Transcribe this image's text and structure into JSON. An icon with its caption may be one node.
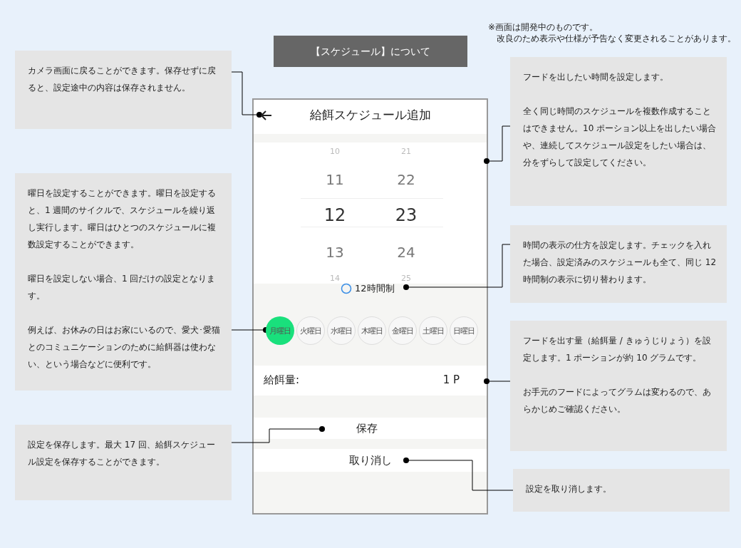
{
  "diagram": {
    "title": "【スケジュール】について",
    "nodes": [
      {
        "text": [
          "カメラ画面に戻ることができます。保存せずに戻ると、設定途中の内容は保存されません。"
        ]
      },
      {
        "text": [
          "フードを出したい時間を設定します。",
          "全く同じ時間のスケジュールを複数作成することはできません。10 ポーション以上を出したい場合や、連続してスケジュール設定をしたい場合は、分をずらして設定してください。"
        ]
      },
      {
        "text": [
          "給餌スケジュール追加"
        ]
      },
      {
        "text": [],
        "shape": "arrow",
        "in": 2
      },
      {
        "text": [
          "10",
          "21",
          "11",
          "22",
          "12",
          "23",
          "13",
          "24",
          "14",
          "25"
        ],
        "in": 2
      },
      {
        "text": [
          "12時間制"
        ],
        "in": 2
      },
      {
        "text": [
          "月曜日"
        ],
        "in": 2
      },
      {
        "text": [
          "火曜日"
        ],
        "in": 2
      },
      {
        "text": [
          "水曜日"
        ],
        "in": 2
      },
      {
        "text": [
          "木曜日"
        ],
        "in": 2
      },
      {
        "text": [
          "金曜日"
        ],
        "in": 2
      },
      {
        "text": [
          "土曜日"
        ],
        "in": 2
      },
      {
        "text": [
          "日曜日"
        ],
        "in": 2
      },
      {
        "text": [
          "給餌量:",
          "1 P"
        ],
        "in": 2
      },
      {
        "text": [
          "保存"
        ],
        "in": 2
      },
      {
        "text": [
          "取り消し"
        ],
        "in": 2
      },
      {
        "text": [
          "曜日を設定することができます。曜日を設定すると、1 週間のサイクルで、スケジュールを繰り返し実行します。曜日はひとつのスケジュールに複数設定することができます。",
          "曜日を設定しない場合、1 回だけの設定となります。",
          "例えば、お休みの日はお家にいるので、愛犬･愛猫とのコミュニケーションのために給餌器は使わない、という場合などに便利です。"
        ]
      },
      {
        "text": [
          "時間の表示の仕方を設定します。チェックを入れた場合、設定済みのスケジュールも全て、同じ 12 時間制の表示に切り替わります。"
        ]
      },
      {
        "text": [
          "フードを出す量（給餌量 / きゅうじりょう）を設定します。1 ポーションが約 10 グラムです。",
          "お手元のフードによってグラムは変わるので、あらかじめご確認ください。"
        ]
      },
      {
        "text": [
          "設定を保存します。最大 17 回、給餌スケジュール設定を保存することができます。"
        ]
      },
      {
        "text": [
          "設定を取り消します。"
        ]
      }
    ],
    "edges": [
      {
        "from": 0,
        "to": 3,
        "arrow": "other"
      },
      {
        "from": 1,
        "to": 4,
        "arrow": "other"
      },
      {
        "from": 17,
        "to": 5,
        "arrow": "other"
      },
      {
        "from": 16,
        "to": 6,
        "arrow": "other"
      },
      {
        "from": 18,
        "to": 13,
        "arrow": "other"
      },
      {
        "from": 19,
        "to": 14,
        "arrow": "other"
      },
      {
        "from": 20,
        "to": 15,
        "arrow": "other"
      }
    ],
    "labels": [
      "※画面は開発中のものです。",
      "改良のため表示や仕様が予告なく変更されることがあります。"
    ]
  }
}
